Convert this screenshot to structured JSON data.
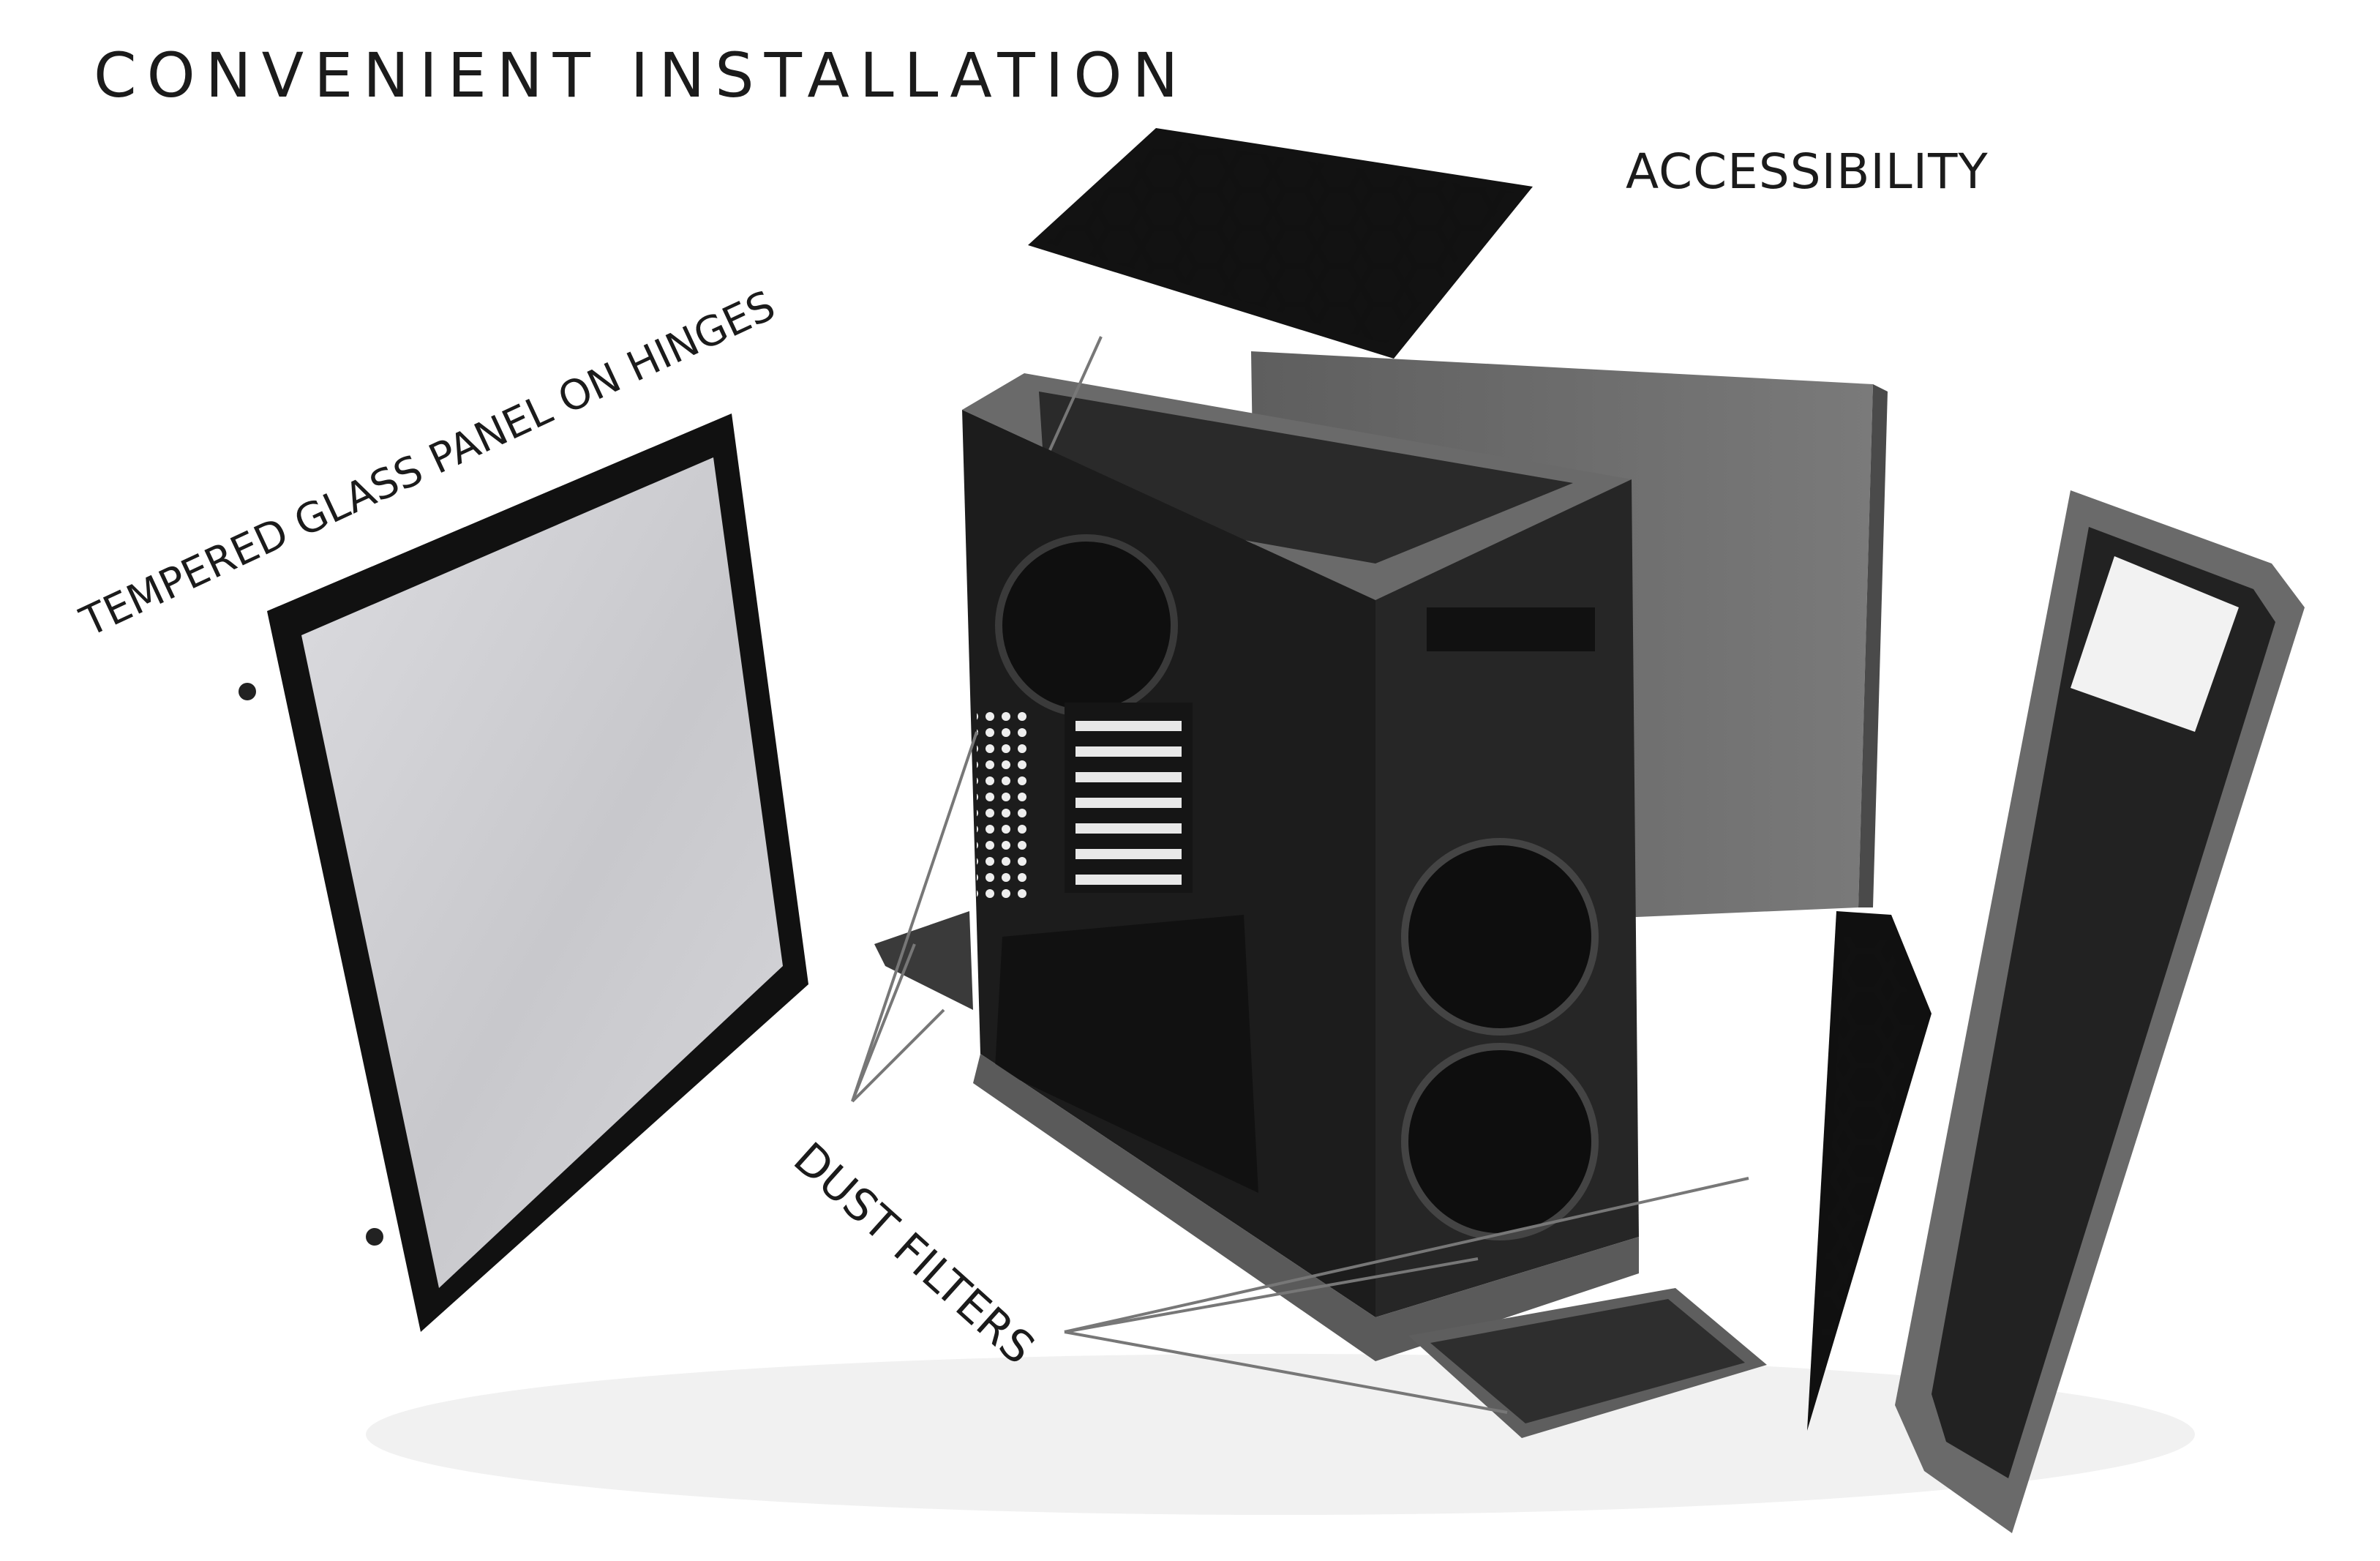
{
  "title": "CONVENIENT INSTALLATION",
  "callouts": {
    "accessibility": "ACCESSIBILITY",
    "tempered_glass": "TEMPERED GLASS PANEL ON HINGES",
    "dust_filters": "DUST FILTERS"
  },
  "colors": {
    "background": "#ffffff",
    "text": "#1b1b1b",
    "case_body": "#3a3a3a",
    "case_dark": "#141414",
    "panel_gray": "#6d6d6d",
    "glass": "#cfcfd3"
  }
}
